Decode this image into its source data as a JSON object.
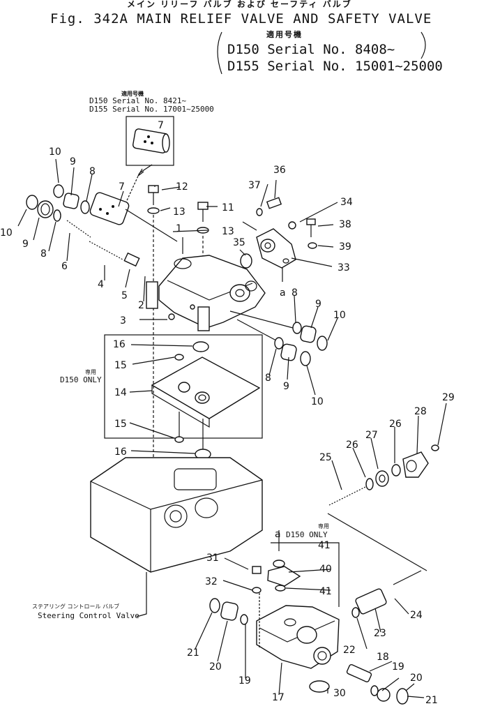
{
  "header": {
    "title_jp": "メイン リリーフ バルブ および セーフティ バルブ",
    "title": "Fig. 342A  MAIN RELIEF VALVE AND SAFETY VALVE",
    "applicable_jp": "適用号機",
    "serial_d150": "D150 Serial No. 8408~",
    "serial_d155": "D155 Serial No. 15001~25000"
  },
  "inset": {
    "applicable_jp": "適用号機",
    "d150": "D150  Serial No. 8421~",
    "d155": "D155  Serial No. 17001~25000"
  },
  "notes": {
    "d150_only_jp": "専用",
    "d150_only": "D150  ONLY",
    "d150_only2_jp": "専用",
    "d150_only2": "D150  ONLY",
    "steering_jp": "ステアリング コントロール バルブ",
    "steering": "Steering Control Valve",
    "ref_a_top": "a",
    "ref_a_bottom": "a"
  },
  "callouts": {
    "c1": "1",
    "c2": "2",
    "c3": "3",
    "c4": "4",
    "c5": "5",
    "c6": "6",
    "c7a": "7",
    "c7b": "7",
    "c8a": "8",
    "c8b": "8",
    "c8c": "8",
    "c8d": "8",
    "c9a": "9",
    "c9b": "9",
    "c9c": "9",
    "c9d": "9",
    "c10a": "10",
    "c10b": "10",
    "c10c": "10",
    "c10d": "10",
    "c11": "11",
    "c12": "12",
    "c13a": "13",
    "c13b": "13",
    "c14": "14",
    "c15a": "15",
    "c15b": "15",
    "c16a": "16",
    "c16b": "16",
    "c17": "17",
    "c18": "18",
    "c19a": "19",
    "c19b": "19",
    "c20a": "20",
    "c20b": "20",
    "c21a": "21",
    "c21b": "21",
    "c22": "22",
    "c23": "23",
    "c24": "24",
    "c25": "25",
    "c26a": "26",
    "c26b": "26",
    "c27": "27",
    "c28": "28",
    "c29": "29",
    "c30": "30",
    "c31": "31",
    "c32": "32",
    "c33": "33",
    "c34": "34",
    "c35": "35",
    "c36": "36",
    "c37": "37",
    "c38": "38",
    "c39": "39",
    "c40": "40",
    "c41a": "41",
    "c41b": "41"
  }
}
